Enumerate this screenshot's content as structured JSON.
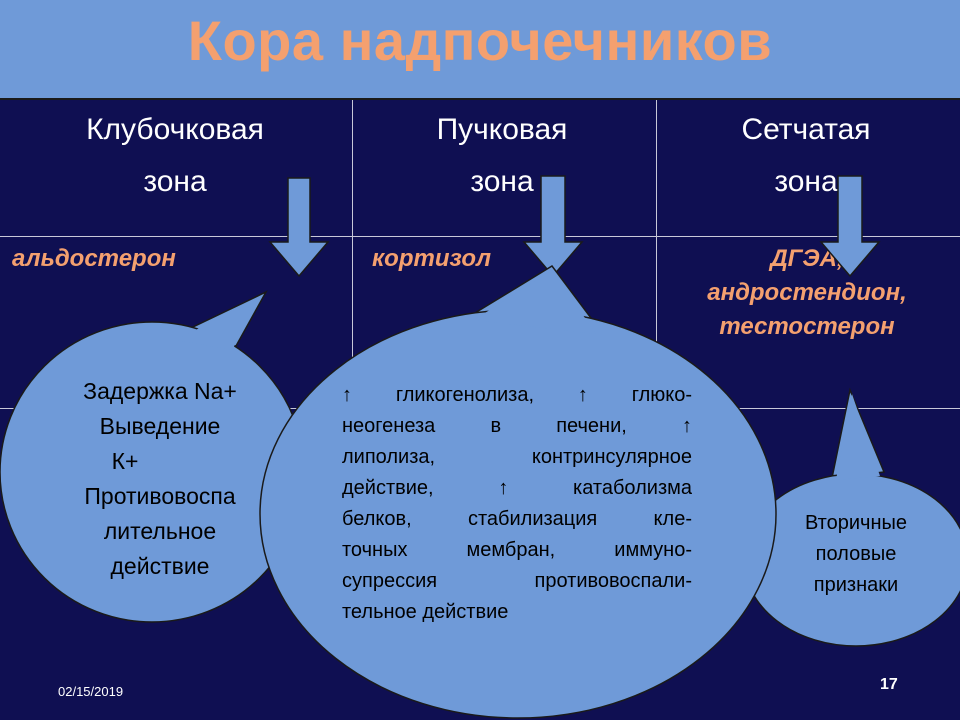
{
  "slide": {
    "title": "Кора надпочечников",
    "zones": [
      {
        "line1": "Клубочковая",
        "line2": "зона"
      },
      {
        "line1": "Пучковая",
        "line2": "зона"
      },
      {
        "line1": "Сетчатая",
        "line2": "зона"
      }
    ],
    "hormones": {
      "glomerulosa": "альдостерон",
      "fasciculata": "кортизол",
      "reticularis_1": "ДГЭА,",
      "reticularis_2": "андростендион,",
      "reticularis_3": "тестостерон"
    },
    "bubbles": {
      "left": [
        "Задержка Na+",
        "Выведение",
        "К+",
        "Противовоспа",
        "лительное",
        "действие"
      ],
      "center": [
        "↑ гликогенолиза, ↑ глюко-",
        "неогенеза в печени, ↑",
        "липолиза, контринсулярное",
        "действие, ↑ катаболизма",
        "белков, стабилизация кле-",
        "точных мембран, иммуно-",
        "супрессия противовоспали-",
        "тельное действие"
      ],
      "right": [
        "Вторичные",
        "половые",
        "признаки"
      ]
    },
    "footer": {
      "date": "02/15/2019",
      "page": "17"
    },
    "colors": {
      "background": "#0f0f52",
      "header": "#6f9ad8",
      "accent": "#f4a06f",
      "bubble": "#6f9ad8"
    }
  }
}
